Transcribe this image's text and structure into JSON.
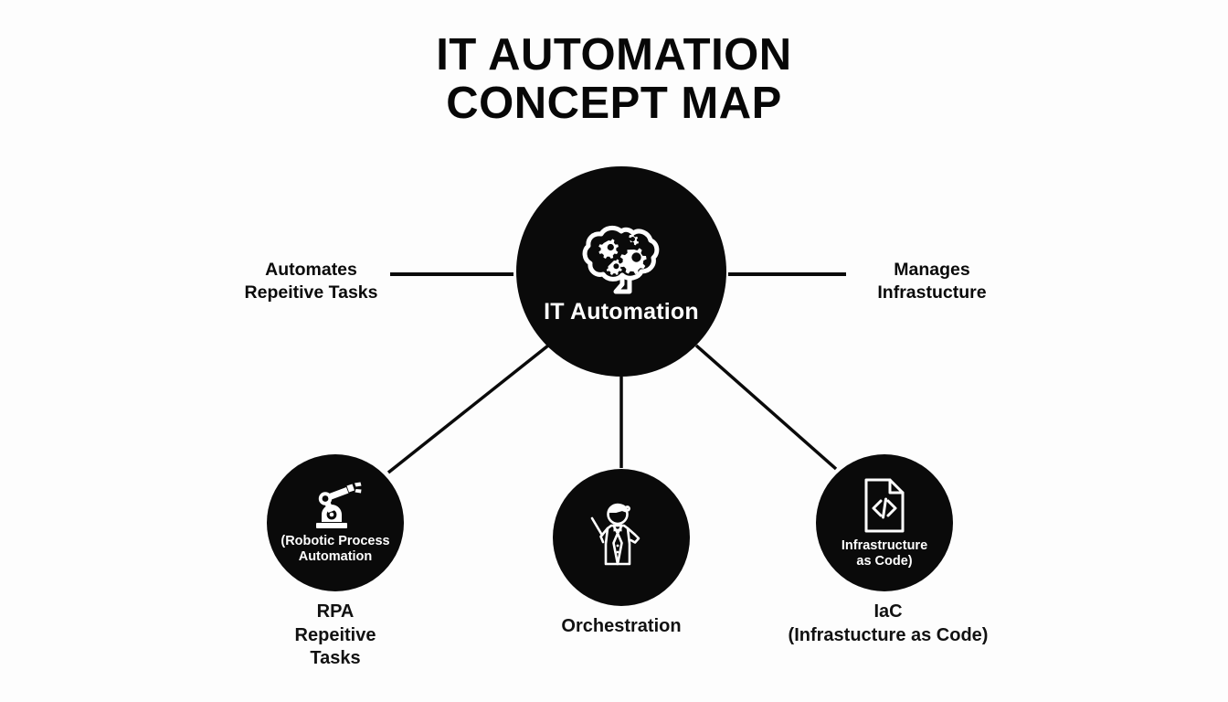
{
  "title": {
    "line1": "IT AUTOMATION",
    "line2": "CONCEPT MAP"
  },
  "colors": {
    "background": "#fdfdfd",
    "node_fill": "#0a0a0a",
    "node_text": "#ffffff",
    "body_text": "#111111",
    "edge": "#0a0a0a"
  },
  "center_node": {
    "name": "it-automation",
    "label": "IT Automation",
    "icon": "brain-gears-icon"
  },
  "relations": [
    {
      "name": "automates-repetitive-tasks",
      "line1": "Automates",
      "line2": "Repeitive Tasks",
      "side": "left"
    },
    {
      "name": "manages-infrastructure",
      "line1": "Manages",
      "line2": "Infrastucture",
      "side": "right"
    }
  ],
  "sub_nodes": [
    {
      "name": "rpa",
      "icon": "robot-arm-icon",
      "inner_line1": "(Robotic Process",
      "inner_line2": "Automation",
      "caption_line1": "RPA",
      "caption_line2": "Repeitive",
      "caption_line3": "Tasks"
    },
    {
      "name": "orchestration",
      "icon": "conductor-icon",
      "inner_line1": "",
      "inner_line2": "",
      "caption_line1": "Orchestration",
      "caption_line2": "",
      "caption_line3": ""
    },
    {
      "name": "iac",
      "icon": "code-document-icon",
      "inner_line1": "Infrastructure",
      "inner_line2": "as Code)",
      "caption_line1": "IaC",
      "caption_line2": "(Infrastucture as Code)",
      "caption_line3": ""
    }
  ]
}
